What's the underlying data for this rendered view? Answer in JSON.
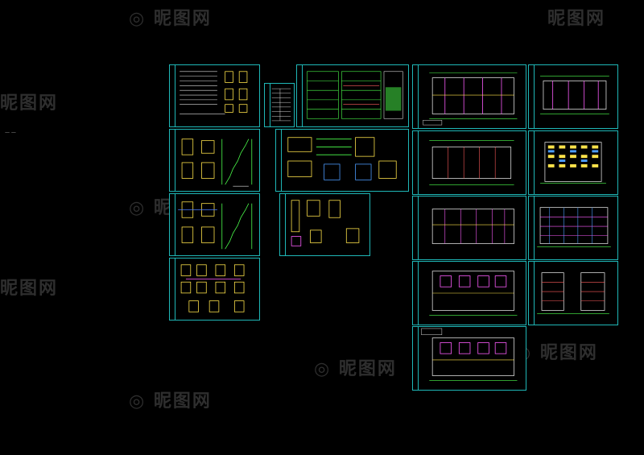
{
  "canvas": {
    "background": "#000000",
    "frame_color": "#1fb7b7"
  },
  "side_label": "— —",
  "watermark": {
    "logo_icon": "watermark-logo-icon",
    "text": "昵图网"
  },
  "sheets": [
    {
      "id": "s1",
      "kind": "notes"
    },
    {
      "id": "s2",
      "kind": "stair-details"
    },
    {
      "id": "s3",
      "kind": "stair-details"
    },
    {
      "id": "s4",
      "kind": "details"
    },
    {
      "id": "s5",
      "kind": "table"
    },
    {
      "id": "s6",
      "kind": "schedule"
    },
    {
      "id": "s7",
      "kind": "details"
    },
    {
      "id": "s8",
      "kind": "details"
    },
    {
      "id": "s9",
      "kind": "floor-plan"
    },
    {
      "id": "s10",
      "kind": "floor-plan"
    },
    {
      "id": "s11",
      "kind": "floor-plan"
    },
    {
      "id": "s12",
      "kind": "elevation"
    },
    {
      "id": "s13",
      "kind": "floor-plan"
    },
    {
      "id": "s14",
      "kind": "elevation"
    },
    {
      "id": "s15",
      "kind": "floor-plan"
    },
    {
      "id": "s16",
      "kind": "section"
    },
    {
      "id": "s17",
      "kind": "floor-plan"
    }
  ]
}
